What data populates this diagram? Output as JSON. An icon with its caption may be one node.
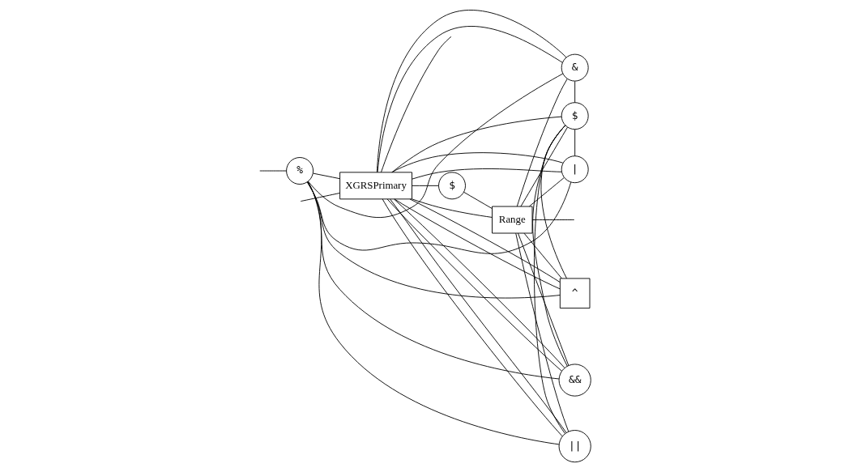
{
  "diagram": {
    "nodes": [
      {
        "text": [
          "%"
        ]
      },
      {
        "text": [
          "XGRSPrimary"
        ]
      },
      {
        "text": [
          "$"
        ]
      },
      {
        "text": [
          "Range"
        ]
      },
      {
        "text": [
          "&"
        ]
      },
      {
        "text": [
          "|"
        ]
      },
      {
        "text": [
          "^"
        ]
      },
      {
        "text": [
          "&&"
        ]
      },
      {
        "text": [
          "||"
        ]
      },
      {
        "text": [
          "$"
        ]
      }
    ],
    "edges": [
      {
        "from": null,
        "to": 0,
        "arrow": "none"
      },
      {
        "from": null,
        "to": 1,
        "arrow": "none"
      },
      {
        "from": 0,
        "to": 1,
        "arrow": "none"
      },
      {
        "from": 1,
        "to": 2,
        "arrow": "none"
      },
      {
        "from": 1,
        "to": 3,
        "arrow": "none"
      },
      {
        "from": 2,
        "to": 3,
        "arrow": "none"
      },
      {
        "from": 1,
        "to": null,
        "arrow": "none"
      },
      {
        "from": 3,
        "to": null,
        "arrow": "none"
      },
      {
        "from": 1,
        "to": 9,
        "arrow": "none"
      },
      {
        "from": 3,
        "to": 9,
        "arrow": "none"
      },
      {
        "from": 1,
        "to": 4,
        "arrow": "none"
      },
      {
        "from": 1,
        "to": 5,
        "arrow": "none"
      },
      {
        "from": 1,
        "to": 6,
        "arrow": "none"
      },
      {
        "from": 1,
        "to": 7,
        "arrow": "none"
      },
      {
        "from": 1,
        "to": 8,
        "arrow": "none"
      },
      {
        "from": 3,
        "to": 4,
        "arrow": "none"
      },
      {
        "from": 3,
        "to": 5,
        "arrow": "none"
      },
      {
        "from": 3,
        "to": 6,
        "arrow": "none"
      },
      {
        "from": 3,
        "to": 7,
        "arrow": "none"
      },
      {
        "from": 3,
        "to": 8,
        "arrow": "none"
      },
      {
        "from": 9,
        "to": 4,
        "arrow": "none"
      },
      {
        "from": 9,
        "to": 5,
        "arrow": "none"
      },
      {
        "from": 9,
        "to": 6,
        "arrow": "none"
      },
      {
        "from": 9,
        "to": 7,
        "arrow": "none"
      },
      {
        "from": 9,
        "to": 8,
        "arrow": "none"
      },
      {
        "from": 4,
        "to": 0,
        "arrow": "none"
      },
      {
        "from": 5,
        "to": 0,
        "arrow": "none"
      },
      {
        "from": 6,
        "to": 0,
        "arrow": "none"
      },
      {
        "from": 7,
        "to": 0,
        "arrow": "none"
      },
      {
        "from": 8,
        "to": 0,
        "arrow": "none"
      },
      {
        "from": 4,
        "to": 1,
        "arrow": "none"
      },
      {
        "from": 5,
        "to": 1,
        "arrow": "none"
      },
      {
        "from": 6,
        "to": 1,
        "arrow": "none"
      },
      {
        "from": 7,
        "to": 1,
        "arrow": "none"
      },
      {
        "from": 8,
        "to": 1,
        "arrow": "none"
      }
    ]
  }
}
